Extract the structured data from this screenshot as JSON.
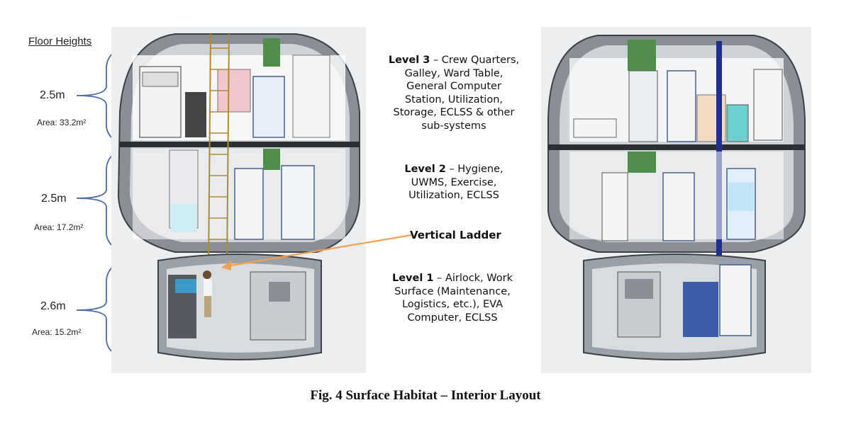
{
  "left_annotations": {
    "title": "Floor Heights",
    "levels": [
      {
        "height": "2.5m",
        "area": "Area: 33.2m²"
      },
      {
        "height": "2.5m",
        "area": "Area: 17.2m²"
      },
      {
        "height": "2.6m",
        "area": "Area: 15.2m²"
      }
    ]
  },
  "descriptions": {
    "level3": {
      "title": "Level 3",
      "lines": [
        "– Crew Quarters,",
        "Galley, Ward Table,",
        "General Computer",
        "Station, Utilization,",
        "Storage, ECLSS & other",
        "sub-systems"
      ]
    },
    "level2": {
      "title": "Level 2",
      "lines": [
        "– Hygiene,",
        "UWMS, Exercise,",
        "Utilization, ECLSS"
      ]
    },
    "ladder": "Vertical Ladder",
    "level1": {
      "title": "Level 1",
      "lines": [
        "– Airlock, Work",
        "Surface (Maintenance,",
        "Logistics, etc.), EVA",
        "Computer, ECLSS"
      ]
    }
  },
  "caption": "Fig. 4  Surface Habitat – Interior Layout",
  "colors": {
    "accent_arrow": "#f0a050",
    "bracket": "#4a6aa8",
    "shell": "#7d8288",
    "green_module": "#4f8f4a",
    "blue_strut": "#1f2f8f"
  }
}
